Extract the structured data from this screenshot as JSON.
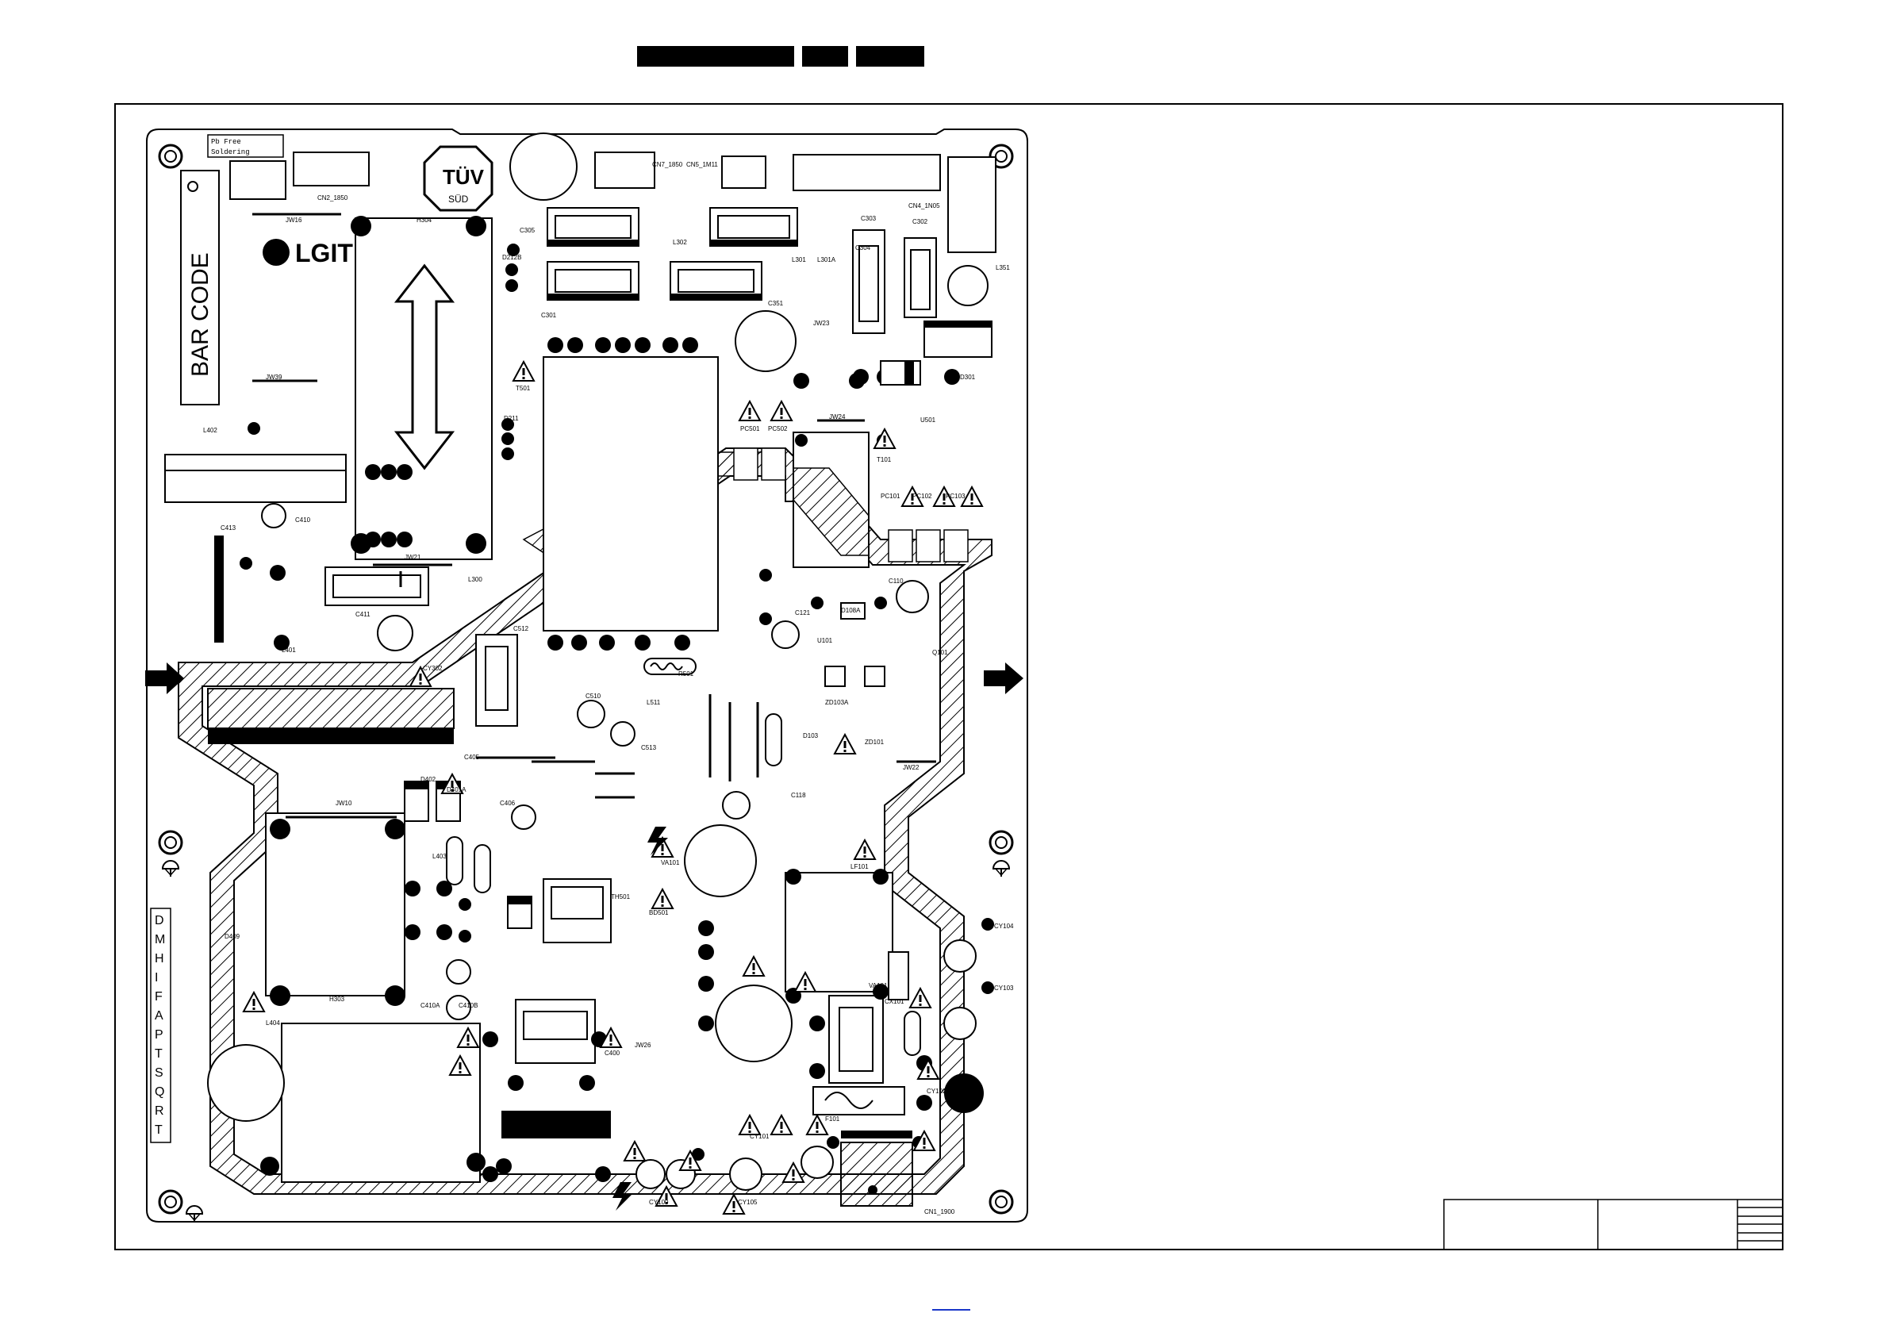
{
  "header": {
    "redacted_blocks": 3
  },
  "board": {
    "logo_text": "LGIT",
    "cert_mark": "TÜV",
    "cert_sub": "SÜD",
    "barcode_label": "BAR CODE",
    "pb_free_line1": "Pb Free",
    "pb_free_line2": "Soldering",
    "side_code": [
      "D",
      "M",
      "H",
      "I",
      "F",
      "A",
      "P",
      "T",
      "S",
      "Q",
      "R",
      "T"
    ]
  },
  "connectors": [
    {
      "id": "cn2",
      "label": "CN2_1850"
    },
    {
      "id": "cn7",
      "label": "CN7_1850"
    },
    {
      "id": "cn5",
      "label": "CN5_1M11"
    },
    {
      "id": "cn4",
      "label": "CN4_1N05"
    },
    {
      "id": "cn1",
      "label": "CN1_1900"
    }
  ],
  "components": [
    {
      "id": "c305",
      "label": "C305"
    },
    {
      "id": "c301",
      "label": "C301"
    },
    {
      "id": "c303",
      "label": "C303"
    },
    {
      "id": "c302",
      "label": "C302"
    },
    {
      "id": "c304",
      "label": "C304"
    },
    {
      "id": "c351",
      "label": "C351"
    },
    {
      "id": "l302",
      "label": "L302"
    },
    {
      "id": "l301",
      "label": "L301"
    },
    {
      "id": "l301a",
      "label": "L301A"
    },
    {
      "id": "l351",
      "label": "L351"
    },
    {
      "id": "d301",
      "label": "D301"
    },
    {
      "id": "h304",
      "label": "H304"
    },
    {
      "id": "d212",
      "label": "D212B"
    },
    {
      "id": "d211",
      "label": "D211"
    },
    {
      "id": "t501",
      "label": "T501"
    },
    {
      "id": "jw24",
      "label": "JW24"
    },
    {
      "id": "u501",
      "label": "U501"
    },
    {
      "id": "pc501",
      "label": "PC501"
    },
    {
      "id": "pc502",
      "label": "PC502"
    },
    {
      "id": "t101",
      "label": "T101"
    },
    {
      "id": "pc101",
      "label": "PC101"
    },
    {
      "id": "pc102",
      "label": "PC102"
    },
    {
      "id": "pc103",
      "label": "PC103"
    },
    {
      "id": "l402",
      "label": "L402"
    },
    {
      "id": "c413",
      "label": "C413"
    },
    {
      "id": "c410",
      "label": "C410"
    },
    {
      "id": "c411",
      "label": "C411"
    },
    {
      "id": "l401",
      "label": "L401"
    },
    {
      "id": "l300",
      "label": "L300"
    },
    {
      "id": "jw21",
      "label": "JW21"
    },
    {
      "id": "jw39",
      "label": "JW39"
    },
    {
      "id": "jw16",
      "label": "JW16"
    },
    {
      "id": "c110",
      "label": "C110"
    },
    {
      "id": "c121",
      "label": "C121"
    },
    {
      "id": "d108a",
      "label": "D108A"
    },
    {
      "id": "u101",
      "label": "U101"
    },
    {
      "id": "q101",
      "label": "Q101"
    },
    {
      "id": "zd103a",
      "label": "ZD103A"
    },
    {
      "id": "zd101",
      "label": "ZD101"
    },
    {
      "id": "d103",
      "label": "D103"
    },
    {
      "id": "jw22",
      "label": "JW22"
    },
    {
      "id": "c510",
      "label": "C510"
    },
    {
      "id": "c512",
      "label": "C512"
    },
    {
      "id": "c513",
      "label": "C513"
    },
    {
      "id": "r501",
      "label": "R501"
    },
    {
      "id": "l511",
      "label": "L511"
    },
    {
      "id": "cy302",
      "label": "CY302"
    },
    {
      "id": "jw10",
      "label": "JW10"
    },
    {
      "id": "c405",
      "label": "C405"
    },
    {
      "id": "d402",
      "label": "D402"
    },
    {
      "id": "d401a",
      "label": "D401A"
    },
    {
      "id": "c406",
      "label": "C406"
    },
    {
      "id": "c118",
      "label": "C118"
    },
    {
      "id": "va101",
      "label": "VA101"
    },
    {
      "id": "th501",
      "label": "TH501"
    },
    {
      "id": "bd501",
      "label": "BD501"
    },
    {
      "id": "lf101",
      "label": "LF101"
    },
    {
      "id": "va101b",
      "label": "VA101"
    },
    {
      "id": "cx101",
      "label": "CX101"
    },
    {
      "id": "cy104",
      "label": "CY104"
    },
    {
      "id": "cy103",
      "label": "CY103"
    },
    {
      "id": "cy102",
      "label": "CY102"
    },
    {
      "id": "cy101",
      "label": "CY101"
    },
    {
      "id": "cy100",
      "label": "CY100"
    },
    {
      "id": "cy105",
      "label": "CY105"
    },
    {
      "id": "f101",
      "label": "F101"
    },
    {
      "id": "d409",
      "label": "D409"
    },
    {
      "id": "h303",
      "label": "H303"
    },
    {
      "id": "l404",
      "label": "L404"
    },
    {
      "id": "c410a",
      "label": "C410A"
    },
    {
      "id": "c410b",
      "label": "C410B"
    },
    {
      "id": "l403",
      "label": "L403"
    },
    {
      "id": "c400",
      "label": "C400"
    },
    {
      "id": "jw23",
      "label": "JW23"
    },
    {
      "id": "jw26",
      "label": "JW26"
    }
  ],
  "title_block": {
    "rows": 6
  }
}
